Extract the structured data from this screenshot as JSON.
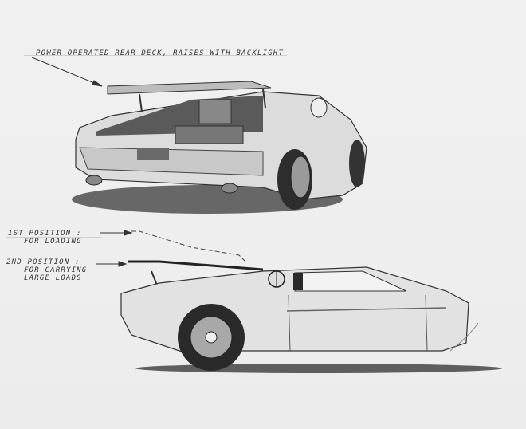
{
  "drawing": {
    "title_note": "Power operated rear deck, raises with backlight",
    "position_1": {
      "label": "1st position :",
      "detail": "For loading"
    },
    "position_2": {
      "label": "2nd position :",
      "detail_line1": "For carrying",
      "detail_line2": "large loads"
    }
  },
  "colors": {
    "paper": "#efefef",
    "ink": "#2a2a2a",
    "marker_gray": "#8a8a8a",
    "shadow": "#3a3a3a"
  }
}
